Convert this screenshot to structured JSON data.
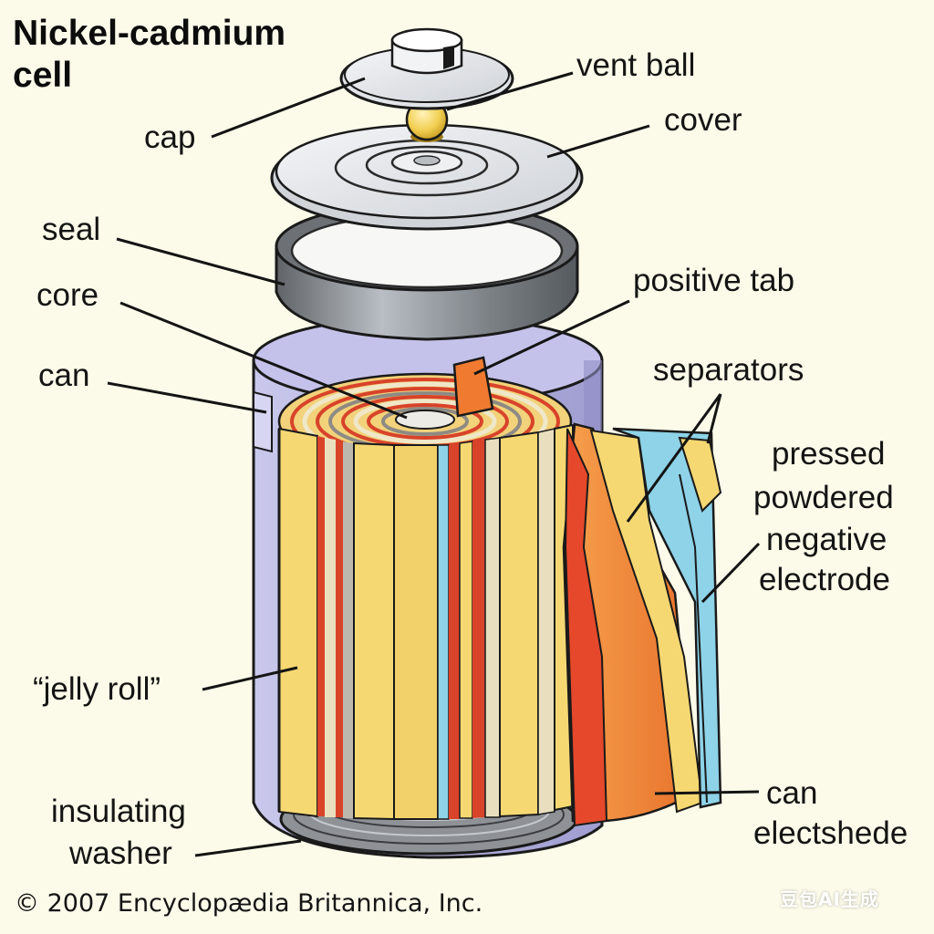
{
  "title_line1": "Nickel-cadmium",
  "title_line2": "cell",
  "labels": {
    "cap": "cap",
    "vent_ball": "vent ball",
    "cover": "cover",
    "seal": "seal",
    "positive_tab": "positive tab",
    "core": "core",
    "can_upper": "can",
    "separators": "separators",
    "negative_1": "pressed",
    "negative_2": "powdered",
    "negative_3": "negative",
    "negative_4": "electrode",
    "jelly_roll": "“jelly roll”",
    "insulating_1": "insulating",
    "insulating_2": "washer",
    "can_lower_1": "can",
    "can_lower_2": "electshede"
  },
  "copyright": "© 2007 Encyclopædia Britannica, Inc.",
  "watermark": "豆包AI生成",
  "colors": {
    "background": "#fcfbea",
    "can": "#b9b7e0",
    "jelly_yellow": "#f6d873",
    "electrode_red": "#e5482a",
    "electrode_orange": "#f08a3c",
    "separator_blue": "#8ed3e8",
    "vent_ball": "#f2cf52",
    "metal": "#e6e8ec"
  }
}
